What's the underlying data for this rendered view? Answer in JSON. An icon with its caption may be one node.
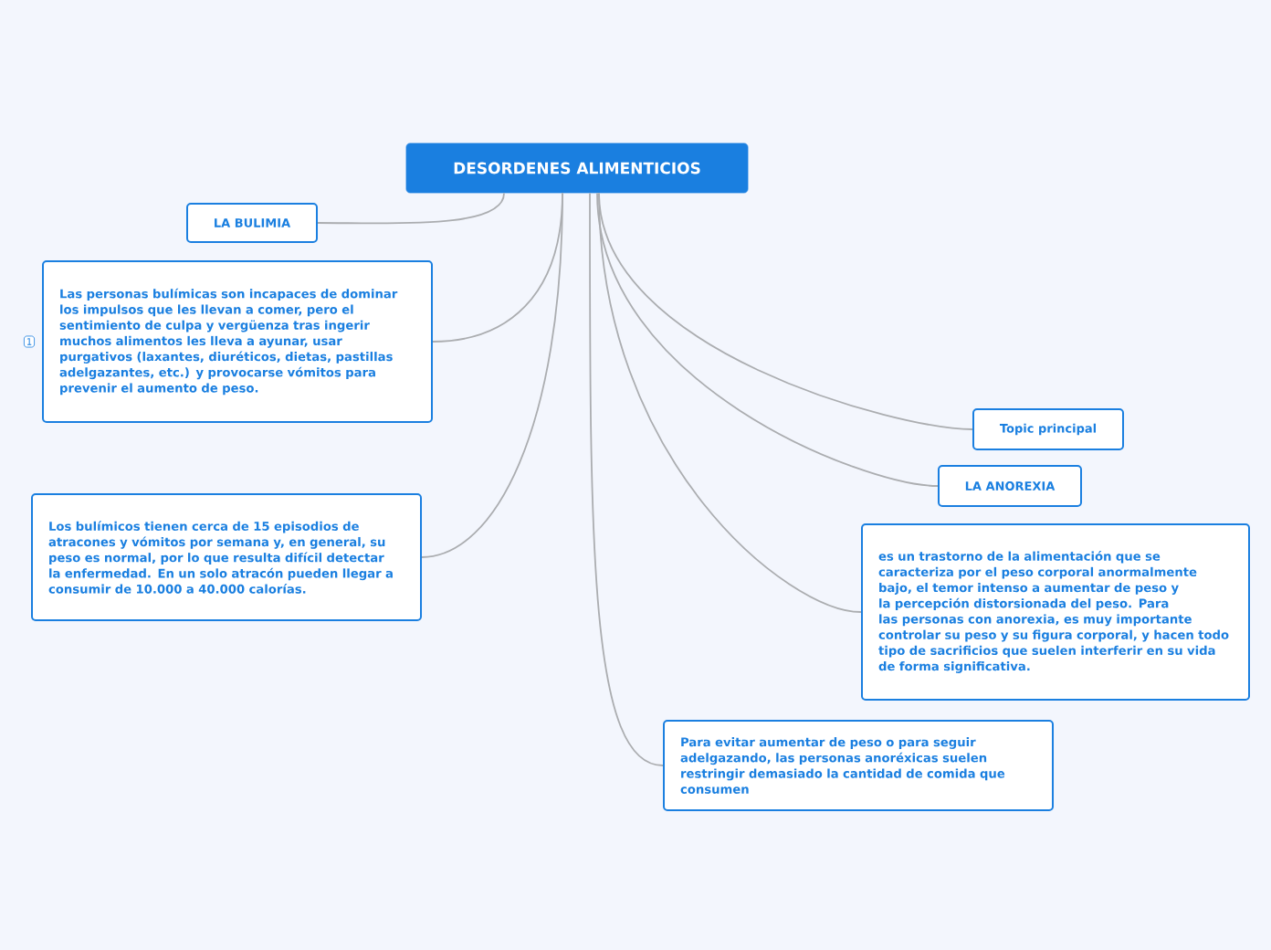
{
  "diagram": {
    "nodes": [
      {
        "text": [
          "DESORDENES ALIMENTICIOS"
        ]
      },
      {
        "text": [
          "LA BULIMIA"
        ]
      },
      {
        "text": [
          "Las personas bulímicas son incapaces de dominar los impulsos que les llevan a comer, pero el sentimiento de culpa y vergüenza tras ingerir muchos alimentos les lleva a ayunar, usar purgativos (laxantes, diuréticos, dietas, pastillas adelgazantes, etc.) y provocarse vómitos para prevenir el aumento de peso."
        ]
      },
      {
        "text": [
          "Los bulímicos tienen cerca de 15 episodios de atracones y vómitos por semana y, en general, su peso es normal, por lo que resulta difícil detectar la enfermedad. En un solo atracón pueden llegar a consumir de 10.000 a 40.000 calorías."
        ]
      },
      {
        "text": [
          "Topic principal"
        ]
      },
      {
        "text": [
          "LA ANOREXIA"
        ]
      },
      {
        "text": [
          "es un trastorno de la alimentación que se caracteriza por el peso corporal anormalmente bajo, el temor intenso a aumentar de peso y la percepción distorsionada del peso. Para las personas con anorexia, es muy importante controlar su peso y su figura corporal, y hacen todo tipo de sacrificios que suelen interferir en su vida de forma significativa."
        ]
      },
      {
        "text": [
          "Para evitar aumentar de peso o para seguir adelgazando, las personas anoréxicas suelen restringir demasiado la cantidad de comida que consumen"
        ]
      }
    ],
    "edges": [
      {
        "from": 0,
        "to": 1,
        "arrow": "none"
      },
      {
        "from": 0,
        "to": 2,
        "arrow": "none"
      },
      {
        "from": 0,
        "to": 3,
        "arrow": "none"
      },
      {
        "from": 0,
        "to": 4,
        "arrow": "none"
      },
      {
        "from": 0,
        "to": 5,
        "arrow": "none"
      },
      {
        "from": 0,
        "to": 6,
        "arrow": "none"
      },
      {
        "from": 0,
        "to": 7,
        "arrow": "none"
      }
    ],
    "labels": [
      "1"
    ]
  }
}
